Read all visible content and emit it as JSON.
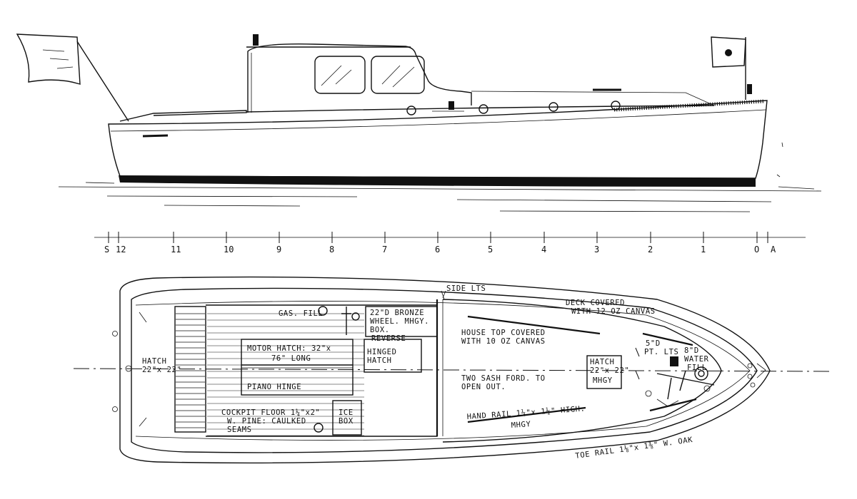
{
  "profile": {
    "stations": [
      "S",
      "12",
      "11",
      "10",
      "9",
      "8",
      "7",
      "6",
      "5",
      "4",
      "3",
      "2",
      "1",
      "O",
      "A"
    ]
  },
  "plan": {
    "labels": {
      "side_lights": "SIDE LTS",
      "gas_fill": "GAS. FILL",
      "bronze_wheel_1": "22\"D BRONZE",
      "bronze_wheel_2": "WHEEL. MHGY.",
      "bronze_wheel_3": "BOX.",
      "reverse": "REVERSE",
      "deck_covered_1": "DECK COVERED",
      "deck_covered_2": "WITH 12 OZ CANVAS",
      "house_top_1": "HOUSE TOP COVERED",
      "house_top_2": "WITH 10 OZ CANVAS",
      "motor_hatch_1": "MOTOR HATCH: 32\"x",
      "motor_hatch_2": "76\" LONG",
      "piano_hinge": "PIANO HINGE",
      "hinged_hatch_1": "HINGED",
      "hinged_hatch_2": "HATCH",
      "aft_hatch_1": "HATCH",
      "aft_hatch_2": "22\"x 22\"",
      "fwd_hatch_1": "HATCH",
      "fwd_hatch_2": "22\"x 22\"",
      "fwd_hatch_3": "MHGY",
      "lights_1": "5\"D",
      "lights_2": "PT. LTS",
      "water_fill_1": "8\"D",
      "water_fill_2": "WATER",
      "water_fill_3": "FILL",
      "sash_1": "TWO SASH FORD. TO",
      "sash_2": "OPEN OUT.",
      "cockpit_1": "COCKPIT FLOOR 1¼\"x2\"",
      "cockpit_2": "W. PINE: CAULKED",
      "cockpit_3": "SEAMS",
      "ice_box_1": "ICE",
      "ice_box_2": "BOX",
      "hand_rail_1": "HAND RAIL 1¼\"x 1½\" HIGH.",
      "hand_rail_2": "MHGY",
      "toe_rail": "TOE RAIL 1⅛\"x 1⅜\" W. OAK"
    }
  },
  "colors": {
    "ink": "#111111",
    "paper": "#ffffff"
  }
}
